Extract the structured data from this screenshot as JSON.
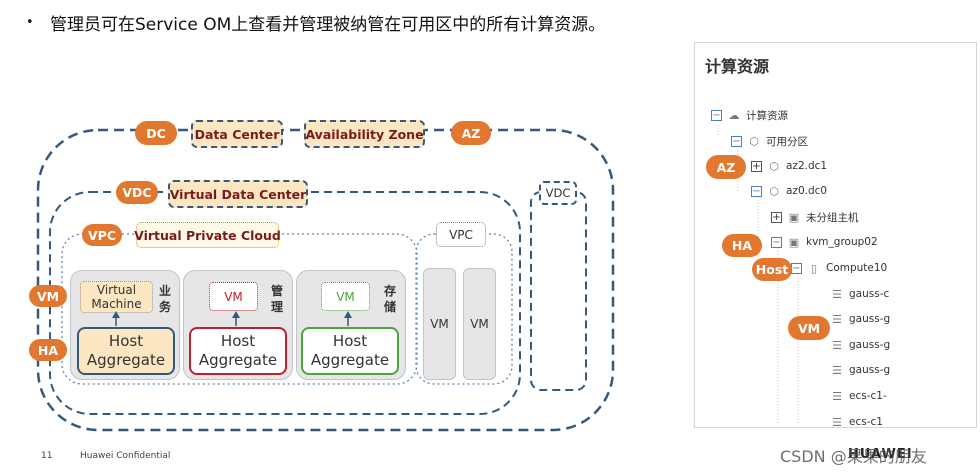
{
  "headline": {
    "bullet": "•",
    "text": "管理员可在Service OM上查看并管理被纳管在可用区中的所有计算资源。"
  },
  "diagram": {
    "tags": {
      "dc": "DC",
      "az": "AZ",
      "vdc": "VDC",
      "vpc": "VPC",
      "vm": "VM",
      "ha": "HA"
    },
    "labels": {
      "data_center": "Data Center",
      "availability_zone": "Availability Zone",
      "virtual_data_center": "Virtual Data Center",
      "virtual_private_cloud": "Virtual Private Cloud",
      "vpc_right": "VPC",
      "vdc_right": "VDC"
    },
    "groups": [
      {
        "side": "业务",
        "vm_line1": "Virtual",
        "vm_line2": "Machine",
        "host_line1": "Host",
        "host_line2": "Aggregate"
      },
      {
        "side": "管理",
        "vm_line1": "VM",
        "vm_line2": "",
        "host_line1": "Host",
        "host_line2": "Aggregate"
      },
      {
        "side": "存储",
        "vm_line1": "VM",
        "vm_line2": "",
        "host_line1": "Host",
        "host_line2": "Aggregate"
      }
    ],
    "grey_vms": [
      "VM",
      "VM"
    ]
  },
  "panel": {
    "title": "计算资源",
    "tags": {
      "az": "AZ",
      "ha": "HA",
      "host": "Host",
      "vm": "VM"
    },
    "rows": [
      {
        "label": "计算资源"
      },
      {
        "label": "可用分区"
      },
      {
        "label": "az2.dc1"
      },
      {
        "label": "az0.dc0"
      },
      {
        "label": "未分组主机"
      },
      {
        "label": "kvm_group02"
      },
      {
        "label": "Compute10"
      },
      {
        "label": "gauss-c"
      },
      {
        "label": "gauss-g"
      },
      {
        "label": "gauss-g"
      },
      {
        "label": "gauss-g"
      },
      {
        "label": "ecs-c1-"
      },
      {
        "label": "ecs-c1"
      }
    ]
  },
  "footer": {
    "page_number": "11",
    "confidential": "Huawei Confidential",
    "watermark": "CSDN @果果的朋友",
    "brand": "HUAWEI"
  },
  "colors": {
    "accent_orange": "#e2782f",
    "frame_blue": "#35597e",
    "label_fill": "#fde7c2",
    "dark_red": "#7a1b1b",
    "green": "#4aa53a",
    "crimson": "#c0202b"
  }
}
